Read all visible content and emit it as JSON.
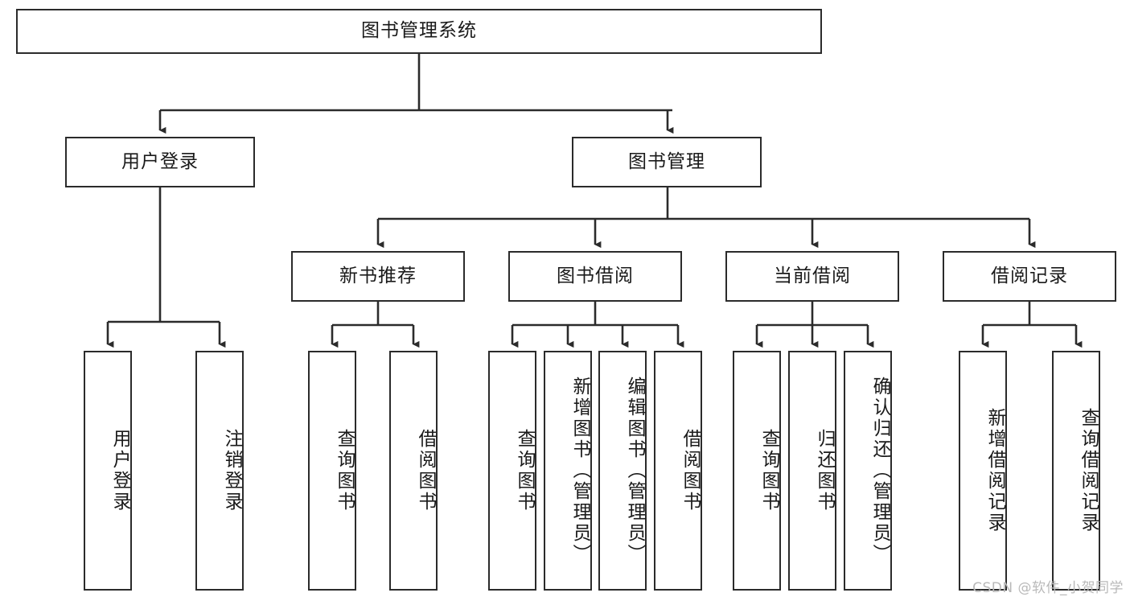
{
  "diagram": {
    "title": "图书管理系统",
    "type": "tree",
    "orientation": "top-down",
    "colors": {
      "box_border": "#2b2b2b",
      "box_fill": "#ffffff",
      "connector": "#2b2b2b",
      "text": "#1a1a1a",
      "watermark": "#b9b9b9",
      "background": "#ffffff"
    },
    "nodes": {
      "root": {
        "label": "图书管理系统"
      },
      "level2": [
        {
          "id": "user-login",
          "label": "用户登录"
        },
        {
          "id": "book-management",
          "label": "图书管理"
        }
      ],
      "level3": [
        {
          "id": "new-book-recommend",
          "label": "新书推荐"
        },
        {
          "id": "book-borrow",
          "label": "图书借阅"
        },
        {
          "id": "current-borrow",
          "label": "当前借阅"
        },
        {
          "id": "borrow-record",
          "label": "借阅记录"
        }
      ],
      "leaves": {
        "user-login": [
          {
            "id": "leaf-user-login",
            "label": "用户登录"
          },
          {
            "id": "leaf-logout",
            "label": "注销登录"
          }
        ],
        "new-book-recommend": [
          {
            "id": "leaf-query-book-1",
            "label": "查询图书"
          },
          {
            "id": "leaf-borrow-book-1",
            "label": "借阅图书"
          }
        ],
        "book-borrow": [
          {
            "id": "leaf-query-book-2",
            "label": "查询图书"
          },
          {
            "id": "leaf-add-book",
            "label": "新增图书（管理员）"
          },
          {
            "id": "leaf-edit-book",
            "label": "编辑图书（管理员）"
          },
          {
            "id": "leaf-borrow-book-2",
            "label": "借阅图书"
          }
        ],
        "current-borrow": [
          {
            "id": "leaf-query-book-3",
            "label": "查询图书"
          },
          {
            "id": "leaf-return-book",
            "label": "归还图书"
          },
          {
            "id": "leaf-confirm-return",
            "label": "确认归还（管理员）"
          }
        ],
        "borrow-record": [
          {
            "id": "leaf-add-record",
            "label": "新增借阅记录"
          },
          {
            "id": "leaf-query-record",
            "label": "查询借阅记录"
          }
        ]
      }
    },
    "watermark": "CSDN @软件_小贺同学"
  }
}
